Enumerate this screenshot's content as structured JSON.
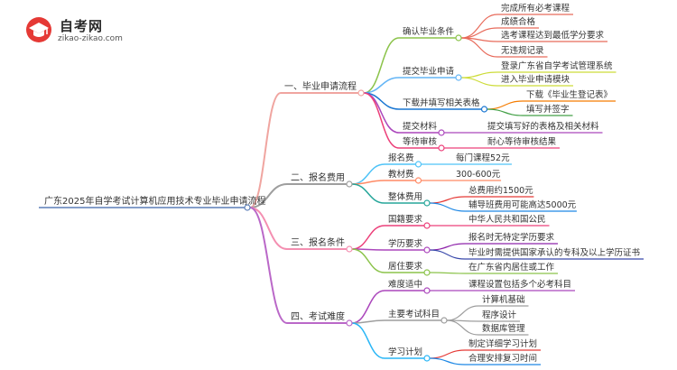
{
  "logo": {
    "name": "自考网",
    "domain": "zikao-zikao.com"
  },
  "root": "广东2025年自学考试计算机应用技术专业毕业申请流程",
  "branches": [
    {
      "label": "一、毕业申请流程",
      "color": "#f0a5a0",
      "children": [
        {
          "label": "确认毕业条件",
          "color": "#8bc34a",
          "children": [
            {
              "label": "完成所有必考课程",
              "color": "#e86a5a"
            },
            {
              "label": "成绩合格",
              "color": "#e86a5a"
            },
            {
              "label": "选考课程达到最低学分要求",
              "color": "#e86a5a"
            },
            {
              "label": "无违规记录",
              "color": "#e86a5a"
            }
          ]
        },
        {
          "label": "提交毕业申请",
          "color": "#64b5f6",
          "children": [
            {
              "label": "登录广东省自学考试管理系统",
              "color": "#cddc39"
            },
            {
              "label": "进入毕业申请模块",
              "color": "#cddc39"
            }
          ]
        },
        {
          "label": "下载并填写相关表格",
          "color": "#1976d2",
          "children": [
            {
              "label": "下载《毕业生登记表》",
              "color": "#f57c00"
            },
            {
              "label": "填写并签字",
              "color": "#43a047"
            }
          ]
        },
        {
          "label": "提交材料",
          "color": "#ab47bc",
          "children": [
            {
              "label": "提交填写好的表格及相关材料",
              "color": "#ab47bc"
            }
          ]
        },
        {
          "label": "等待审核",
          "color": "#ec407a",
          "children": [
            {
              "label": "耐心等待审核结果",
              "color": "#ec407a"
            }
          ]
        }
      ]
    },
    {
      "label": "二、报名费用",
      "color": "#9e9e9e",
      "children": [
        {
          "label": "报名费",
          "color": "#4fc3f7",
          "children": [
            {
              "label": "每门课程52元",
              "color": "#4fc3f7"
            }
          ]
        },
        {
          "label": "教材费",
          "color": "#ff8a65",
          "children": [
            {
              "label": "300-600元",
              "color": "#ff8a65"
            }
          ]
        },
        {
          "label": "整体费用",
          "color": "#26a69a",
          "children": [
            {
              "label": "总费用约1500元",
              "color": "#e53935"
            },
            {
              "label": "辅导班费用可能高达5000元",
              "color": "#1e88e5"
            }
          ]
        }
      ]
    },
    {
      "label": "三、报名条件",
      "color": "#f48fb1",
      "children": [
        {
          "label": "国籍要求",
          "color": "#ec407a",
          "children": [
            {
              "label": "中华人民共和国公民",
              "color": "#ec407a"
            }
          ]
        },
        {
          "label": "学历要求",
          "color": "#ab47bc",
          "children": [
            {
              "label": "报名时无特定学历要求",
              "color": "#8e24aa"
            },
            {
              "label": "毕业时需提供国家承认的专科及以上学历证书",
              "color": "#3949ab"
            }
          ]
        },
        {
          "label": "居住要求",
          "color": "#8bc34a",
          "children": [
            {
              "label": "在广东省内居住或工作",
              "color": "#8bc34a"
            }
          ]
        }
      ]
    },
    {
      "label": "四、考试难度",
      "color": "#ba68c8",
      "children": [
        {
          "label": "难度适中",
          "color": "#ab47bc",
          "children": [
            {
              "label": "课程设置包括多个必考科目",
              "color": "#ab47bc"
            }
          ]
        },
        {
          "label": "主要考试科目",
          "color": "#9e9e9e",
          "children": [
            {
              "label": "计算机基础",
              "color": "#9e9e9e"
            },
            {
              "label": "程序设计",
              "color": "#9e9e9e"
            },
            {
              "label": "数据库管理",
              "color": "#9e9e9e"
            }
          ]
        },
        {
          "label": "学习计划",
          "color": "#29b6f6",
          "children": [
            {
              "label": "制定详细学习计划",
              "color": "#e53935"
            },
            {
              "label": "合理安排复习时间",
              "color": "#1e88e5"
            }
          ]
        }
      ]
    }
  ]
}
